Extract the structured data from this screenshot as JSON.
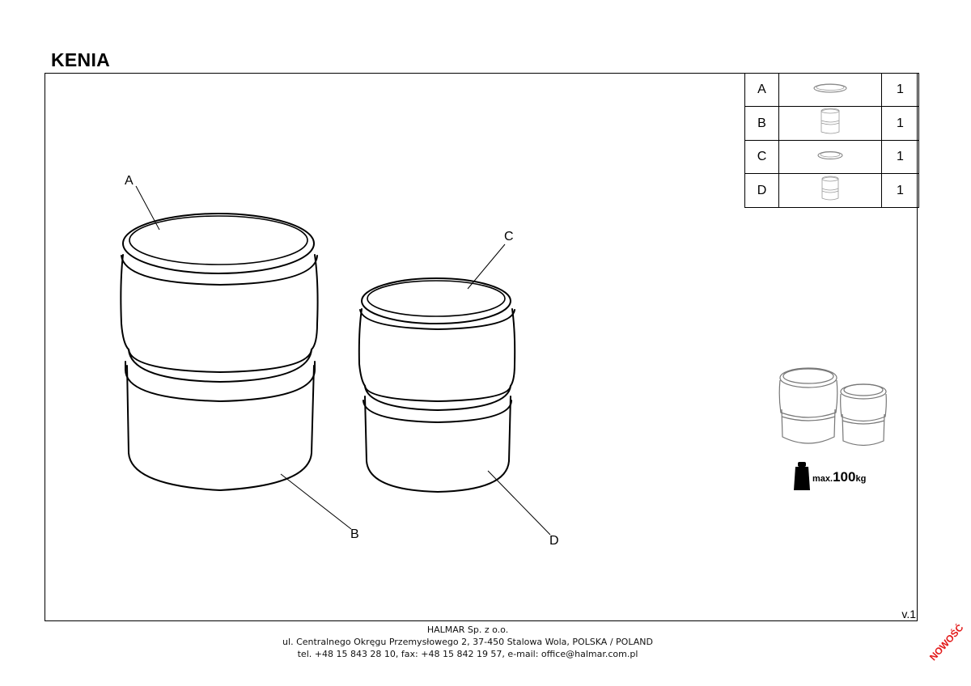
{
  "title": "KENIA",
  "parts": [
    {
      "letter": "A",
      "icon": "lid-large-icon",
      "qty": "1"
    },
    {
      "letter": "B",
      "icon": "pouf-large-body-icon",
      "qty": "1"
    },
    {
      "letter": "C",
      "icon": "lid-small-icon",
      "qty": "1"
    },
    {
      "letter": "D",
      "icon": "pouf-small-body-icon",
      "qty": "1"
    }
  ],
  "callouts": {
    "a": "A",
    "b": "B",
    "c": "C",
    "d": "D"
  },
  "max_load": {
    "prefix": "max.",
    "value": "100",
    "unit": "kg"
  },
  "version": "v.1",
  "footer": {
    "company": "HALMAR Sp. z o.o.",
    "address": "ul. Centralnego Okręgu Przemysłowego 2, 37-450 Stalowa Wola, POLSKA / POLAND",
    "contact": "tel. +48 15 843 28 10, fax: +48 15 842 19 57, e-mail: office@halmar.com.pl"
  },
  "stamp": "NOWOŚĆ"
}
